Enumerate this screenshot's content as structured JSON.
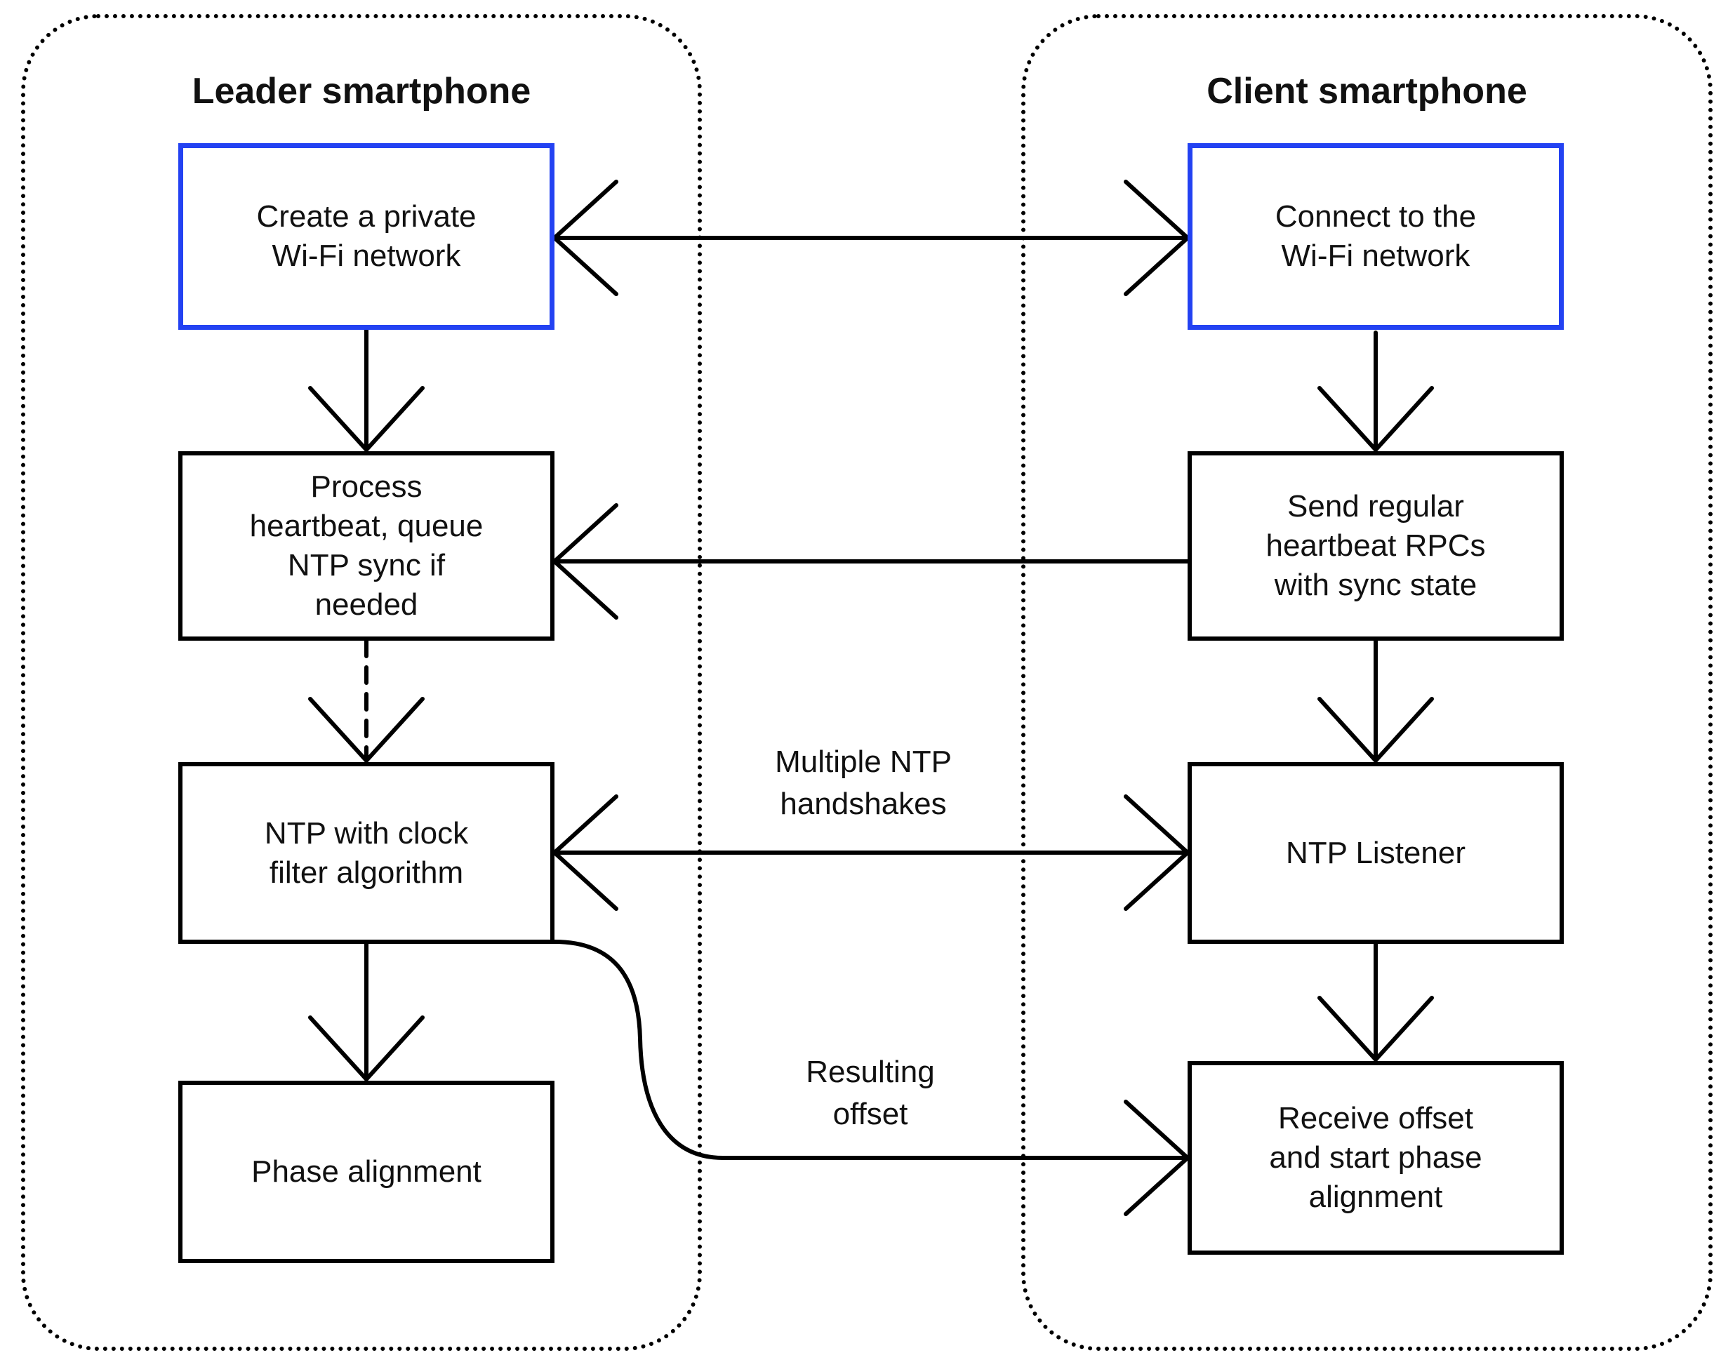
{
  "diagram": {
    "columns": {
      "leader": {
        "title": "Leader smartphone",
        "nodes": [
          {
            "label": "Create a private\nWi-Fi network",
            "accent": true
          },
          {
            "label": "Process\nheartbeat, queue\nNTP sync if\nneeded",
            "accent": false
          },
          {
            "label": "NTP with clock\nfilter algorithm",
            "accent": false
          },
          {
            "label": "Phase alignment",
            "accent": false
          }
        ]
      },
      "client": {
        "title": "Client smartphone",
        "nodes": [
          {
            "label": "Connect to the\nWi-Fi network",
            "accent": true
          },
          {
            "label": "Send regular\nheartbeat RPCs\nwith sync state",
            "accent": false
          },
          {
            "label": "NTP Listener",
            "accent": false
          },
          {
            "label": "Receive offset\nand start phase\nalignment",
            "accent": false
          }
        ]
      }
    },
    "edge_labels": {
      "ntp_handshakes": "Multiple NTP\nhandshakes",
      "resulting_offset": "Resulting\noffset"
    },
    "colors": {
      "accent_border": "#2342f2",
      "line": "#000000",
      "background": "#ffffff"
    }
  }
}
